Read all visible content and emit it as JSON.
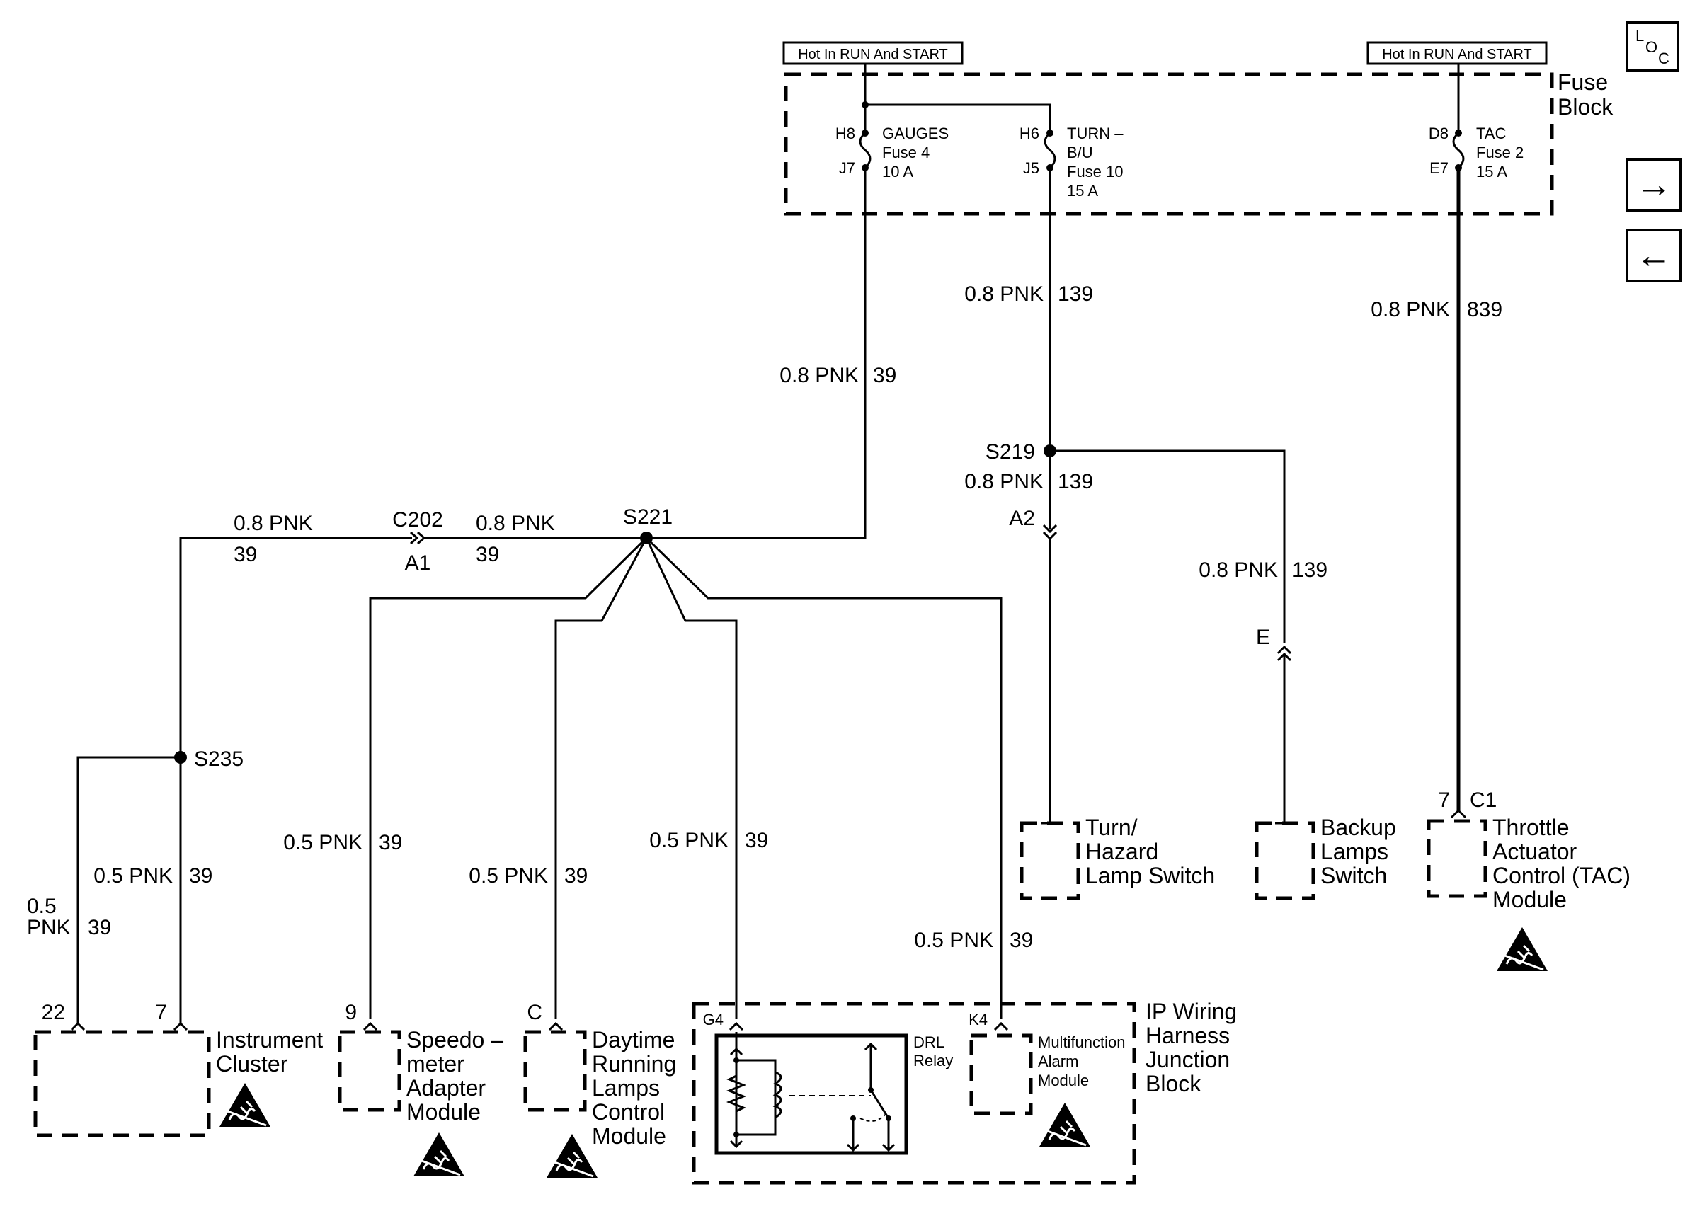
{
  "hot_boxes": [
    "Hot In RUN And START",
    "Hot In RUN And START"
  ],
  "fuse_block": {
    "name_1": "Fuse",
    "name_2": "Block"
  },
  "fuses": [
    {
      "in_pin": "H8",
      "out_pin": "J7",
      "lines": [
        "GAUGES",
        "Fuse 4",
        "10 A"
      ]
    },
    {
      "in_pin": "H6",
      "out_pin": "J5",
      "lines": [
        "TURN –",
        "B/U",
        "Fuse 10",
        "15 A"
      ]
    },
    {
      "in_pin": "D8",
      "out_pin": "E7",
      "lines": [
        "TAC",
        "Fuse 2",
        "15 A"
      ]
    }
  ],
  "loc_icon": {
    "l": "L",
    "o": "O",
    "c": "C"
  },
  "nav": {
    "next": "→",
    "prev": "←"
  },
  "wires": {
    "w39_main": {
      "gauge": "0.8 PNK",
      "circuit": "39"
    },
    "w139_top": {
      "gauge": "0.8 PNK",
      "circuit": "139"
    },
    "w839": {
      "gauge": "0.8 PNK",
      "circuit": "839"
    },
    "w139_s219": {
      "gauge": "0.8 PNK",
      "circuit": "139"
    },
    "w139_backup": {
      "gauge": "0.8 PNK",
      "circuit": "139"
    },
    "w39_left_top": {
      "gauge": "0.8 PNK",
      "circuit": "39"
    },
    "w39_c202": {
      "gauge": "0.8 PNK",
      "circuit": "39"
    },
    "w39_speedo": {
      "gauge": "0.5 PNK",
      "circuit": "39"
    },
    "w39_s235": {
      "gauge": "0.5 PNK",
      "circuit": "39"
    },
    "w39_ic22_1": "0.5",
    "w39_ic22_2": "PNK",
    "w39_ic22_circuit": "39",
    "w39_drl_ctrl": {
      "gauge": "0.5 PNK",
      "circuit": "39"
    },
    "w39_g4": {
      "gauge": "0.5 PNK",
      "circuit": "39"
    },
    "w39_k4": {
      "gauge": "0.5 PNK",
      "circuit": "39"
    }
  },
  "splices": {
    "s221": "S221",
    "s219": "S219",
    "s235": "S235"
  },
  "connectors": {
    "c202": "C202",
    "a1": "A1",
    "a2": "A2",
    "e": "E",
    "c1": "C1"
  },
  "pins": {
    "ic_22": "22",
    "ic_7": "7",
    "speedo_9": "9",
    "drl_c": "C",
    "g4": "G4",
    "k4": "K4",
    "tac_7": "7"
  },
  "components": {
    "turn_hazard": [
      "Turn/",
      "Hazard",
      "Lamp Switch"
    ],
    "backup": [
      "Backup",
      "Lamps",
      "Switch"
    ],
    "tac": [
      "Throttle",
      "Actuator",
      "Control (TAC)",
      "Module"
    ],
    "instrument_cluster": [
      "Instrument",
      "Cluster"
    ],
    "speedo": [
      "Speedo –",
      "meter",
      "Adapter",
      "Module"
    ],
    "drl_control": [
      "Daytime",
      "Running",
      "Lamps",
      "Control",
      "Module"
    ],
    "drl_relay": [
      "DRL",
      "Relay"
    ],
    "multifunction": [
      "Multifunction",
      "Alarm",
      "Module"
    ],
    "ip_block": [
      "IP Wiring",
      "Harness",
      "Junction",
      "Block"
    ]
  }
}
